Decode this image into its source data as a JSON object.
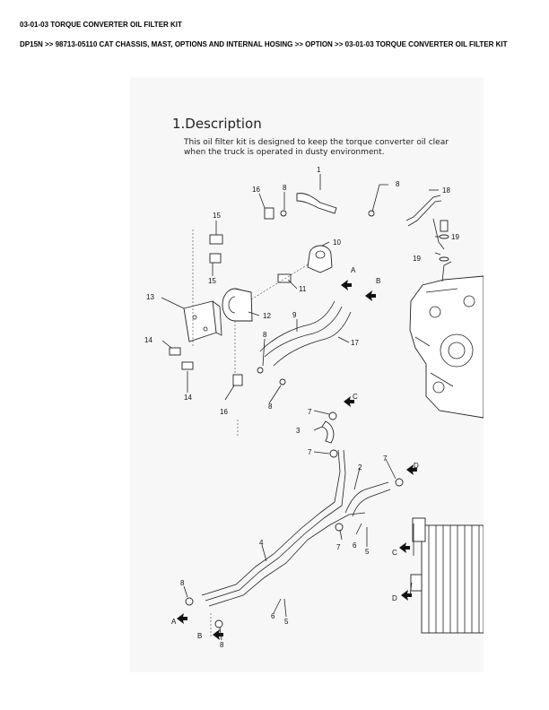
{
  "header": {
    "title": "03-01-03 TORQUE CONVERTER OIL FILTER KIT",
    "breadcrumb": "DP15N >> 98713-05110 CAT CHASSIS, MAST, OPTIONS AND INTERNAL HOSING >> OPTION >> 03-01-03 TORQUE CONVERTER OIL FILTER KIT"
  },
  "figure": {
    "heading": "1.Description",
    "text_line1": "This oil filter kit is designed to keep the torque converter oil clear",
    "text_line2": "when the truck is operated in dusty environment.",
    "callouts": {
      "c1": "1",
      "c2": "2",
      "c3": "3",
      "c4": "4",
      "c5a": "5",
      "c5b": "5",
      "c6a": "6",
      "c6b": "6",
      "c7a": "7",
      "c7b": "7",
      "c7c": "7",
      "c7d": "7",
      "c8a": "8",
      "c8b": "8",
      "c8c": "8",
      "c8d": "8",
      "c8e": "8",
      "c8f": "8",
      "c9": "9",
      "c10": "10",
      "c11": "11",
      "c12": "12",
      "c13": "13",
      "c14a": "14",
      "c14b": "14",
      "c15a": "15",
      "c15b": "15",
      "c16a": "16",
      "c16b": "16",
      "c17": "17",
      "c18": "18",
      "c19a": "19",
      "c19b": "19",
      "connA1": "A",
      "connB1": "B",
      "connC1": "C",
      "connD1": "D",
      "connA2": "A",
      "connB2": "B",
      "connC2": "C",
      "connD2": "D"
    }
  }
}
